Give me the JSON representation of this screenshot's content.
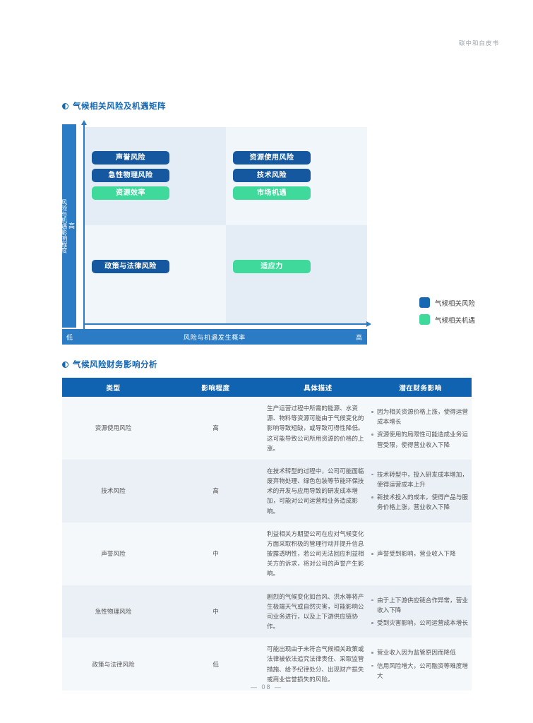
{
  "page": {
    "running_header": "碳中和白皮书",
    "footer": "— 08 —"
  },
  "sections": {
    "matrix": {
      "heading": "气候相关风险及机遇矩阵",
      "marker_icon": "half-filled-circle-icon"
    },
    "finance": {
      "heading": "气候风险财务影响分析",
      "marker_icon": "half-filled-circle-icon"
    }
  },
  "chart_data": {
    "type": "scatter",
    "title": "气候相关风险及机遇矩阵",
    "xlabel": "风险与机遇发生概率",
    "ylabel": "风险与机遇影响程度",
    "x_axis_low_label": "低",
    "x_axis_high_label": "高",
    "y_axis_low_label": "低",
    "y_axis_high_label": "高",
    "grid": false,
    "legend_position": "right",
    "axis_color": "#2b7cc4",
    "quadrant_colors": {
      "top_left": "#e4edf6",
      "top_right": "#f1f6fa",
      "bottom_left": "#f1f6fa",
      "bottom_right": "#e4edf6"
    },
    "legend": [
      {
        "label": "气候相关风险",
        "color": "#1668b3"
      },
      {
        "label": "气候相关机遇",
        "color": "#3ed99b"
      }
    ],
    "quadrants": [
      {
        "name": "top-left",
        "impact": "高",
        "probability": "低",
        "items": [
          {
            "label": "声誉风险",
            "category": "风险"
          },
          {
            "label": "急性物理风险",
            "category": "风险"
          },
          {
            "label": "资源效率",
            "category": "机遇"
          }
        ]
      },
      {
        "name": "top-right",
        "impact": "高",
        "probability": "高",
        "items": [
          {
            "label": "资源使用风险",
            "category": "风险"
          },
          {
            "label": "技术风险",
            "category": "风险"
          },
          {
            "label": "市场机遇",
            "category": "机遇"
          }
        ]
      },
      {
        "name": "bottom-left",
        "impact": "低",
        "probability": "低",
        "items": [
          {
            "label": "政策与法律风险",
            "category": "风险"
          }
        ]
      },
      {
        "name": "bottom-right",
        "impact": "低",
        "probability": "高",
        "items": [
          {
            "label": "适应力",
            "category": "机遇"
          }
        ]
      }
    ]
  },
  "finance_table": {
    "columns": [
      "类型",
      "影响程度",
      "具体描述",
      "潜在财务影响"
    ],
    "rows": [
      {
        "type": "资源使用风险",
        "level": "高",
        "description": "生产运营过程中所需的能源、水资源、物料等资源可能由于气候变化的影响导致短缺，或导致可得性降低。这可能导致公司所用资源的价格的上涨。",
        "impacts": [
          "因为相关资源价格上涨，使得运营成本增长",
          "资源使用的局限性可能造成业务运营受限，使得营业收入下降"
        ]
      },
      {
        "type": "技术风险",
        "level": "高",
        "description": "在技术转型的过程中，公司可能面临废弃物处理、绿色包装等节能环保技术的开发与应用导致的研发成本增加，可能对公司运营和业务造成影响。",
        "impacts": [
          "技术转型中，投入研发成本增加，使得运营成本上升",
          "新技术投入的成本，使得产品与服务价格上涨，营业收入下降"
        ]
      },
      {
        "type": "声誉风险",
        "level": "中",
        "description": "利益相关方期望公司在应对气候变化方面采取积极的管理行动并提升信息披露透明性，若公司无法回应利益相关方的诉求，将对公司的声誉产生影响。",
        "impacts": [
          "声誉受到影响，营业收入下降"
        ]
      },
      {
        "type": "急性物理风险",
        "level": "中",
        "description": "剧烈的气候变化如台风、洪水等将产生极端天气或自然灾害，可能影响公司业务进行，以及上下游供应链协作。",
        "impacts": [
          "由于上下游供应链合作异常，营业收入下降",
          "受到灾害影响，公司运营成本增长"
        ]
      },
      {
        "type": "政策与法律风险",
        "level": "低",
        "description": "可能出现由于未符合气候相关政策或法律被依法追究法律责任、采取监管措施、给予纪律处分、出现财产损失或商业信誉损失的风险。",
        "impacts": [
          "营业收入因为监管原因而降低",
          "信用风险增大，公司融资等难度增大"
        ]
      }
    ]
  }
}
